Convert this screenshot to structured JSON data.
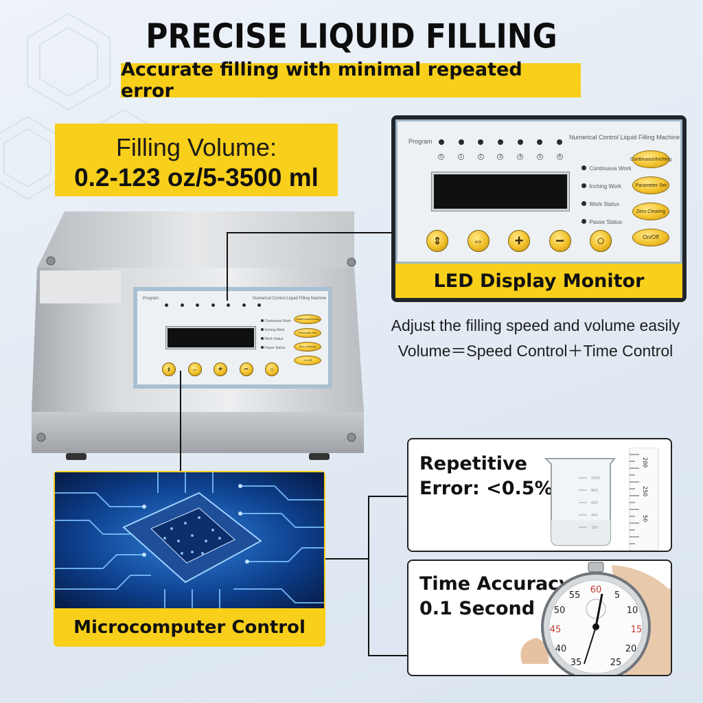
{
  "header": {
    "title": "PRECISE LIQUID FILLING",
    "subtitle": "Accurate filling with minimal repeated error"
  },
  "volume": {
    "label": "Filling Volume:",
    "value": "0.2-123 oz/5-3500 ml"
  },
  "panel": {
    "program_label": "Program",
    "machine_name": "Numerical Control Liquid Filling Machine",
    "program_numbers": [
      "0",
      "1",
      "2",
      "3",
      "4",
      "5",
      "6"
    ],
    "status_items": [
      "Continuous Work",
      "Inching Work",
      "Work Status",
      "Pause Status"
    ],
    "function_buttons": [
      "Continuous/Inching",
      "Parameter Set",
      "Zero Clearing",
      "On/Off"
    ],
    "round_buttons": [
      "up-down",
      "left-right",
      "plus",
      "minus",
      "circle"
    ]
  },
  "led_caption": "LED Display Monitor",
  "adjust": {
    "line1": "Adjust the filling speed and volume easily",
    "line2": "Volume＝Speed Control＋Time Control"
  },
  "micro_caption": "Microcomputer Control",
  "error_box": {
    "line1": "Repetitive",
    "line2": "Error: <0.5%",
    "beaker_ticks": [
      "1000",
      "800",
      "600",
      "400",
      "200"
    ],
    "ruler_ticks": [
      "200",
      "250",
      "50"
    ]
  },
  "time_box": {
    "line1": "Time Accuracy:",
    "line2": "0.1 Second",
    "dial_numbers": [
      "60",
      "5",
      "10",
      "15",
      "20",
      "25",
      "35",
      "40",
      "45",
      "50",
      "55"
    ]
  },
  "colors": {
    "accent_yellow": "#f8cf1a",
    "panel_blue": "#9fb7c8",
    "frame_dark": "#20242b"
  }
}
